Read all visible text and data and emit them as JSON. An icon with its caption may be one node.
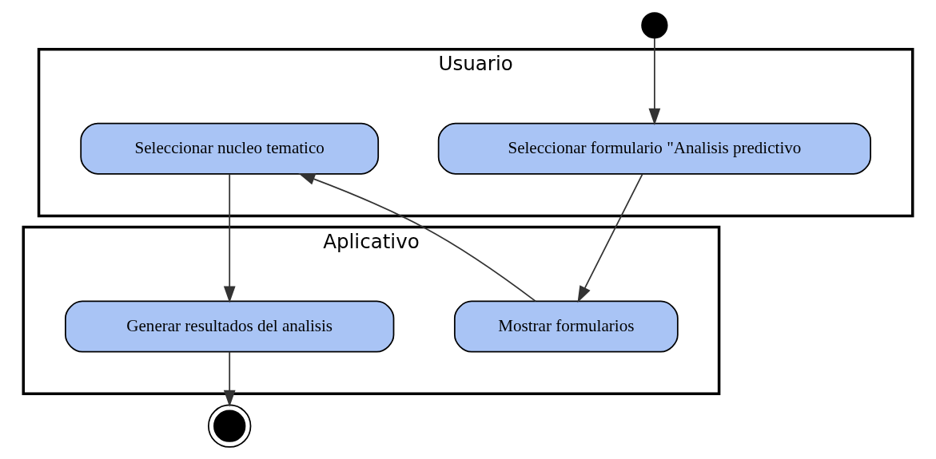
{
  "diagram": {
    "nodes": [
      {
        "text": [
          "Usuario"
        ]
      },
      {
        "text": [
          "Aplicativo"
        ]
      },
      {
        "text": [],
        "shape": "circle"
      },
      {
        "text": [
          "Seleccionar formulario \"Analisis predictivo"
        ],
        "in": 0
      },
      {
        "text": [
          "Mostrar formularios"
        ],
        "in": 1
      },
      {
        "text": [
          "Seleccionar nucleo tematico"
        ],
        "in": 0
      },
      {
        "text": [
          "Generar resultados del analisis"
        ],
        "in": 1
      },
      {
        "text": [],
        "shape": "circle"
      }
    ],
    "edges": [
      {
        "from": 2,
        "to": 3,
        "arrow": "to"
      },
      {
        "from": 3,
        "to": 4,
        "arrow": "to"
      },
      {
        "from": 4,
        "to": 5,
        "arrow": "to"
      },
      {
        "from": 5,
        "to": 6,
        "arrow": "to"
      },
      {
        "from": 6,
        "to": 7,
        "arrow": "to"
      }
    ]
  }
}
